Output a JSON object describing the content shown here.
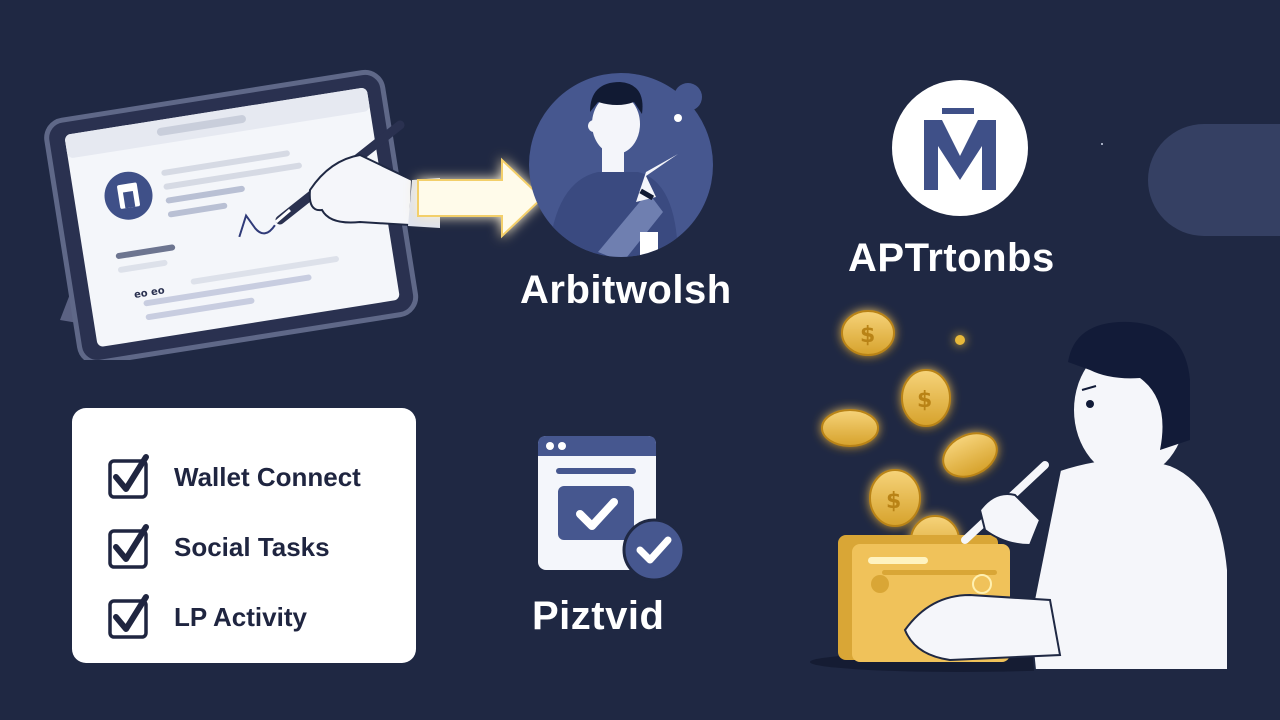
{
  "scene": {
    "background_color": "#1f2843",
    "accent_blue": "#46578f",
    "accent_gold": "#e8b93a"
  },
  "tablet": {
    "description": "Tablet with document being signed by hand holding stylus",
    "screen_logo_icon": "document-logo-icon"
  },
  "arrow": {
    "icon": "arrow-right-icon"
  },
  "profile": {
    "name": "Arbitwolsh",
    "icon": "user-pointing-avatar"
  },
  "brand": {
    "name": "APTrtonbs",
    "logo_letter": "M"
  },
  "checklist": {
    "items": [
      {
        "label": "Wallet Connect",
        "checked": true
      },
      {
        "label": "Social Tasks",
        "checked": true
      },
      {
        "label": "LP Activity",
        "checked": true
      }
    ]
  },
  "verification": {
    "name": "Piztvid",
    "icon": "browser-window-check-icon"
  },
  "rewards": {
    "description": "Person with stylus holding gold wallet with coins flying",
    "coin_symbol": "$"
  }
}
